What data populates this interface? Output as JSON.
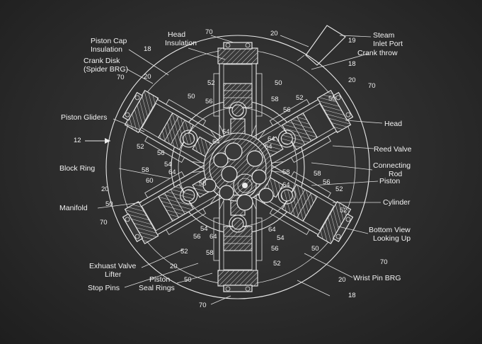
{
  "labels": {
    "piston_cap_insulation_1": "Piston Cap",
    "piston_cap_insulation_2": "Insulation",
    "head_insulation_1": "Head",
    "head_insulation_2": "Insulation",
    "crank_disk_1": "Crank Disk",
    "crank_disk_2": "(Spider BRG)",
    "steam_inlet_1": "Steam",
    "steam_inlet_2": "Inlet Port",
    "crank_throw": "Crank throw",
    "piston_gliders": "Piston Gliders",
    "head": "Head",
    "reed_valve": "Reed Valve",
    "connecting_rod_1": "Connecting",
    "connecting_rod_2": "Rod",
    "block_ring": "Block Ring",
    "piston": "Piston",
    "manifold": "Manifold",
    "cylinder": "Cylinder",
    "bottom_view_1": "Bottom View",
    "bottom_view_2": "Looking Up",
    "exhaust_valve_1": "Exhuast Valve",
    "exhaust_valve_2": "Lifter",
    "stop_pins": "Stop Pins",
    "piston_seal_1": "Piston",
    "piston_seal_2": "Seal Rings",
    "wrist_pin": "Wrist Pin BRG"
  },
  "refs": {
    "n70a": "70",
    "n20a": "20",
    "n19": "19",
    "n18a": "18",
    "n18b": "18",
    "n70b": "70",
    "n20b": "20",
    "n20c": "20",
    "n70c": "70",
    "n52a": "52",
    "n50a": "50",
    "n56a": "56",
    "n58a": "58",
    "n52b": "52",
    "n56b": "56",
    "n50b": "50",
    "n50c": "50",
    "n12": "12",
    "n54a": "54",
    "n64a": "64",
    "n64b": "64",
    "n54b": "54",
    "n52c": "52",
    "n56c": "56",
    "n54c": "54",
    "n58b": "58",
    "n64c": "64",
    "n60": "60",
    "n58c": "58",
    "n58d": "58",
    "n56d": "56",
    "n52d": "52",
    "n20d": "20",
    "n50d": "50",
    "n64d": "64",
    "n64e": "64",
    "n70d": "70",
    "n54d": "54",
    "n56e": "56",
    "n64f": "64",
    "n54e": "54",
    "n52e": "52",
    "n50e": "50",
    "n58e": "58",
    "n56f": "56",
    "n52f": "52",
    "n70e": "70",
    "n20e": "20",
    "n50f": "50",
    "n20f": "20",
    "n18c": "18",
    "n70f": "70",
    "n52g": "52",
    "n58f": "58"
  }
}
